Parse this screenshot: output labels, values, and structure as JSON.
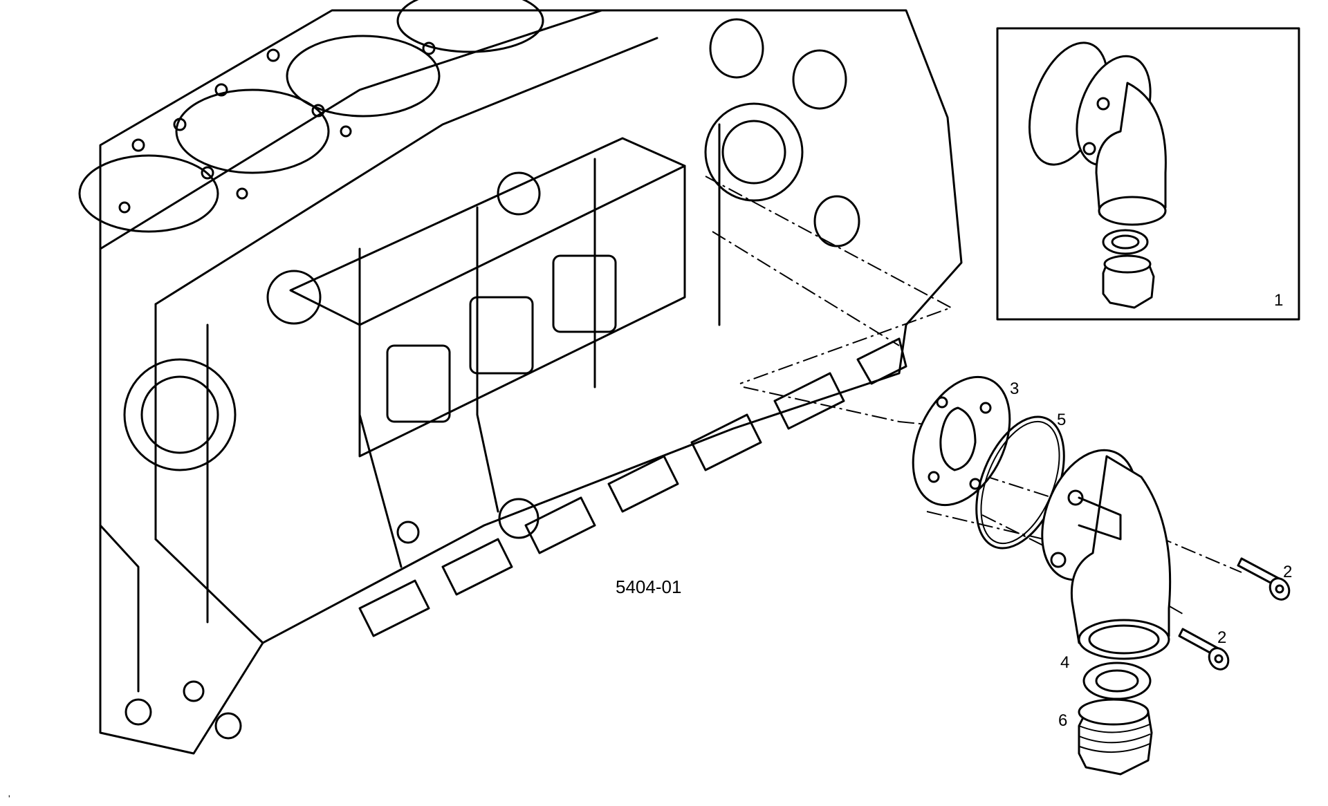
{
  "figure": {
    "reference": "5404-01",
    "inset_label": "1",
    "callouts": [
      "3",
      "5",
      "2",
      "2",
      "4",
      "6"
    ],
    "stray_mark": "'"
  }
}
